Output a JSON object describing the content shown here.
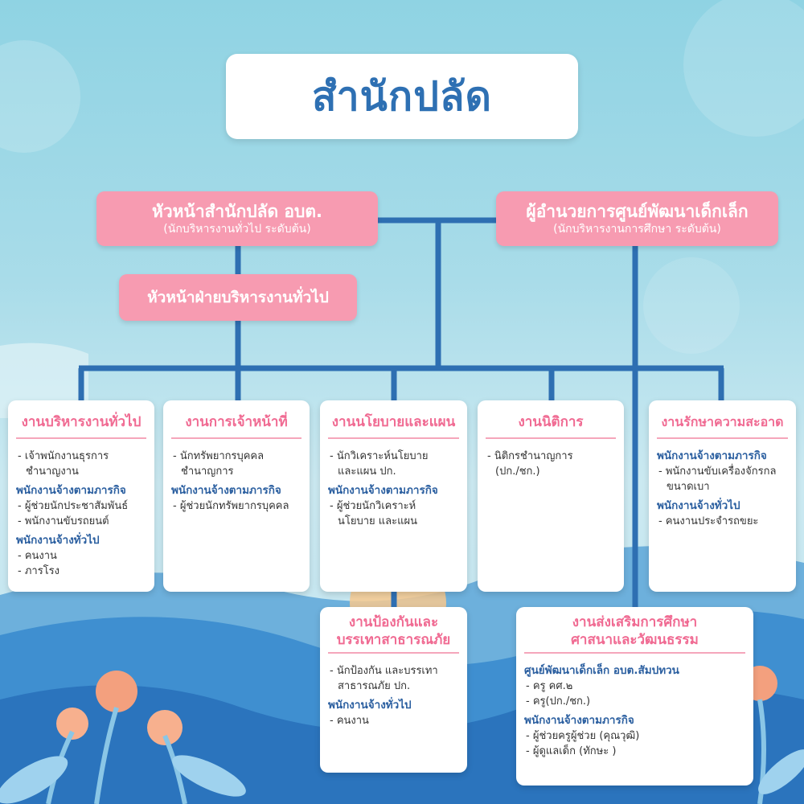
{
  "title": "สำนักปลัด",
  "top_left": {
    "main": "หัวหน้าสำนักปลัด อบต.",
    "sub": "(นักบริหารงานทั่วไป ระดับต้น)"
  },
  "top_right": {
    "main": "ผู้อำนวยการศูนย์พัฒนาเด็กเล็ก",
    "sub": "(นักบริหารงานการศึกษา ระดับต้น)"
  },
  "mid_left": {
    "main": "หัวหน้าฝ่ายบริหารงานทั่วไป"
  },
  "cards": {
    "admin": {
      "title": "งานบริหารงานทั่วไป",
      "l1": "- เจ้าพนักงานธุรการ",
      "l2": "ชำนาญงาน",
      "h1": "พนักงานจ้างตามภารกิจ",
      "l3": "- ผู้ช่วยนักประชาสัมพันธ์",
      "l4": "- พนักงานขับรถยนต์",
      "h2": "พนักงานจ้างทั่วไป",
      "l5": "- คนงาน",
      "l6": "- ภารโรง"
    },
    "hr": {
      "title": "งานการเจ้าหน้าที่",
      "l1": "- นักทรัพยากรบุคคล",
      "l2": "ชำนาญการ",
      "h1": "พนักงานจ้างตามภารกิจ",
      "l3": "- ผู้ช่วยนักทรัพยากรบุคคล"
    },
    "policy": {
      "title": "งานนโยบายและแผน",
      "l1": "- นักวิเคราะห์นโยบาย",
      "l2": "และแผน ปก.",
      "h1": "พนักงานจ้างตามภารกิจ",
      "l3": "- ผู้ช่วยนักวิเคราะห์",
      "l4": "นโยบาย และแผน"
    },
    "legal": {
      "title": "งานนิติการ",
      "l1": "- นิติกรชำนาญการ",
      "l2": "(ปก./ชก.)"
    },
    "clean": {
      "title": "งานรักษาความสะอาด",
      "h1": "พนักงานจ้างตามภารกิจ",
      "l1": "- พนักงานขับเครื่องจักรกล",
      "l2": "ขนาดเบา",
      "h2": "พนักงานจ้างทั่วไป",
      "l3": "- คนงานประจำรถขยะ"
    },
    "disaster": {
      "title1": "งานป้องกันและ",
      "title2": "บรรเทาสาธารณภัย",
      "l1": "- นักป้องกัน และบรรเทา",
      "l2": "สาธารณภัย ปก.",
      "h1": "พนักงานจ้างทั่วไป",
      "l3": "- คนงาน"
    },
    "edu": {
      "title1": "งานส่งเสริมการศึกษา",
      "title2": "ศาสนาและวัฒนธรรม",
      "h1": "ศูนย์พัฒนาเด็กเล็ก อบต.สัมปทวน",
      "l1": "- ครู คศ.๒",
      "l2": "- ครู(ปก./ชก.)",
      "h2": "พนักงานจ้างตามภารกิจ",
      "l3": "- ผู้ช่วยครูผู้ช่วย (คุณวุฒิ)",
      "l4": "- ผู้ดูแลเด็ก (ทักษะ )"
    }
  },
  "colors": {
    "line": "#2e6fb2",
    "pink_box": "#f79bb1",
    "card_title": "#f06a92",
    "heading_text": "#2b5fa0"
  }
}
